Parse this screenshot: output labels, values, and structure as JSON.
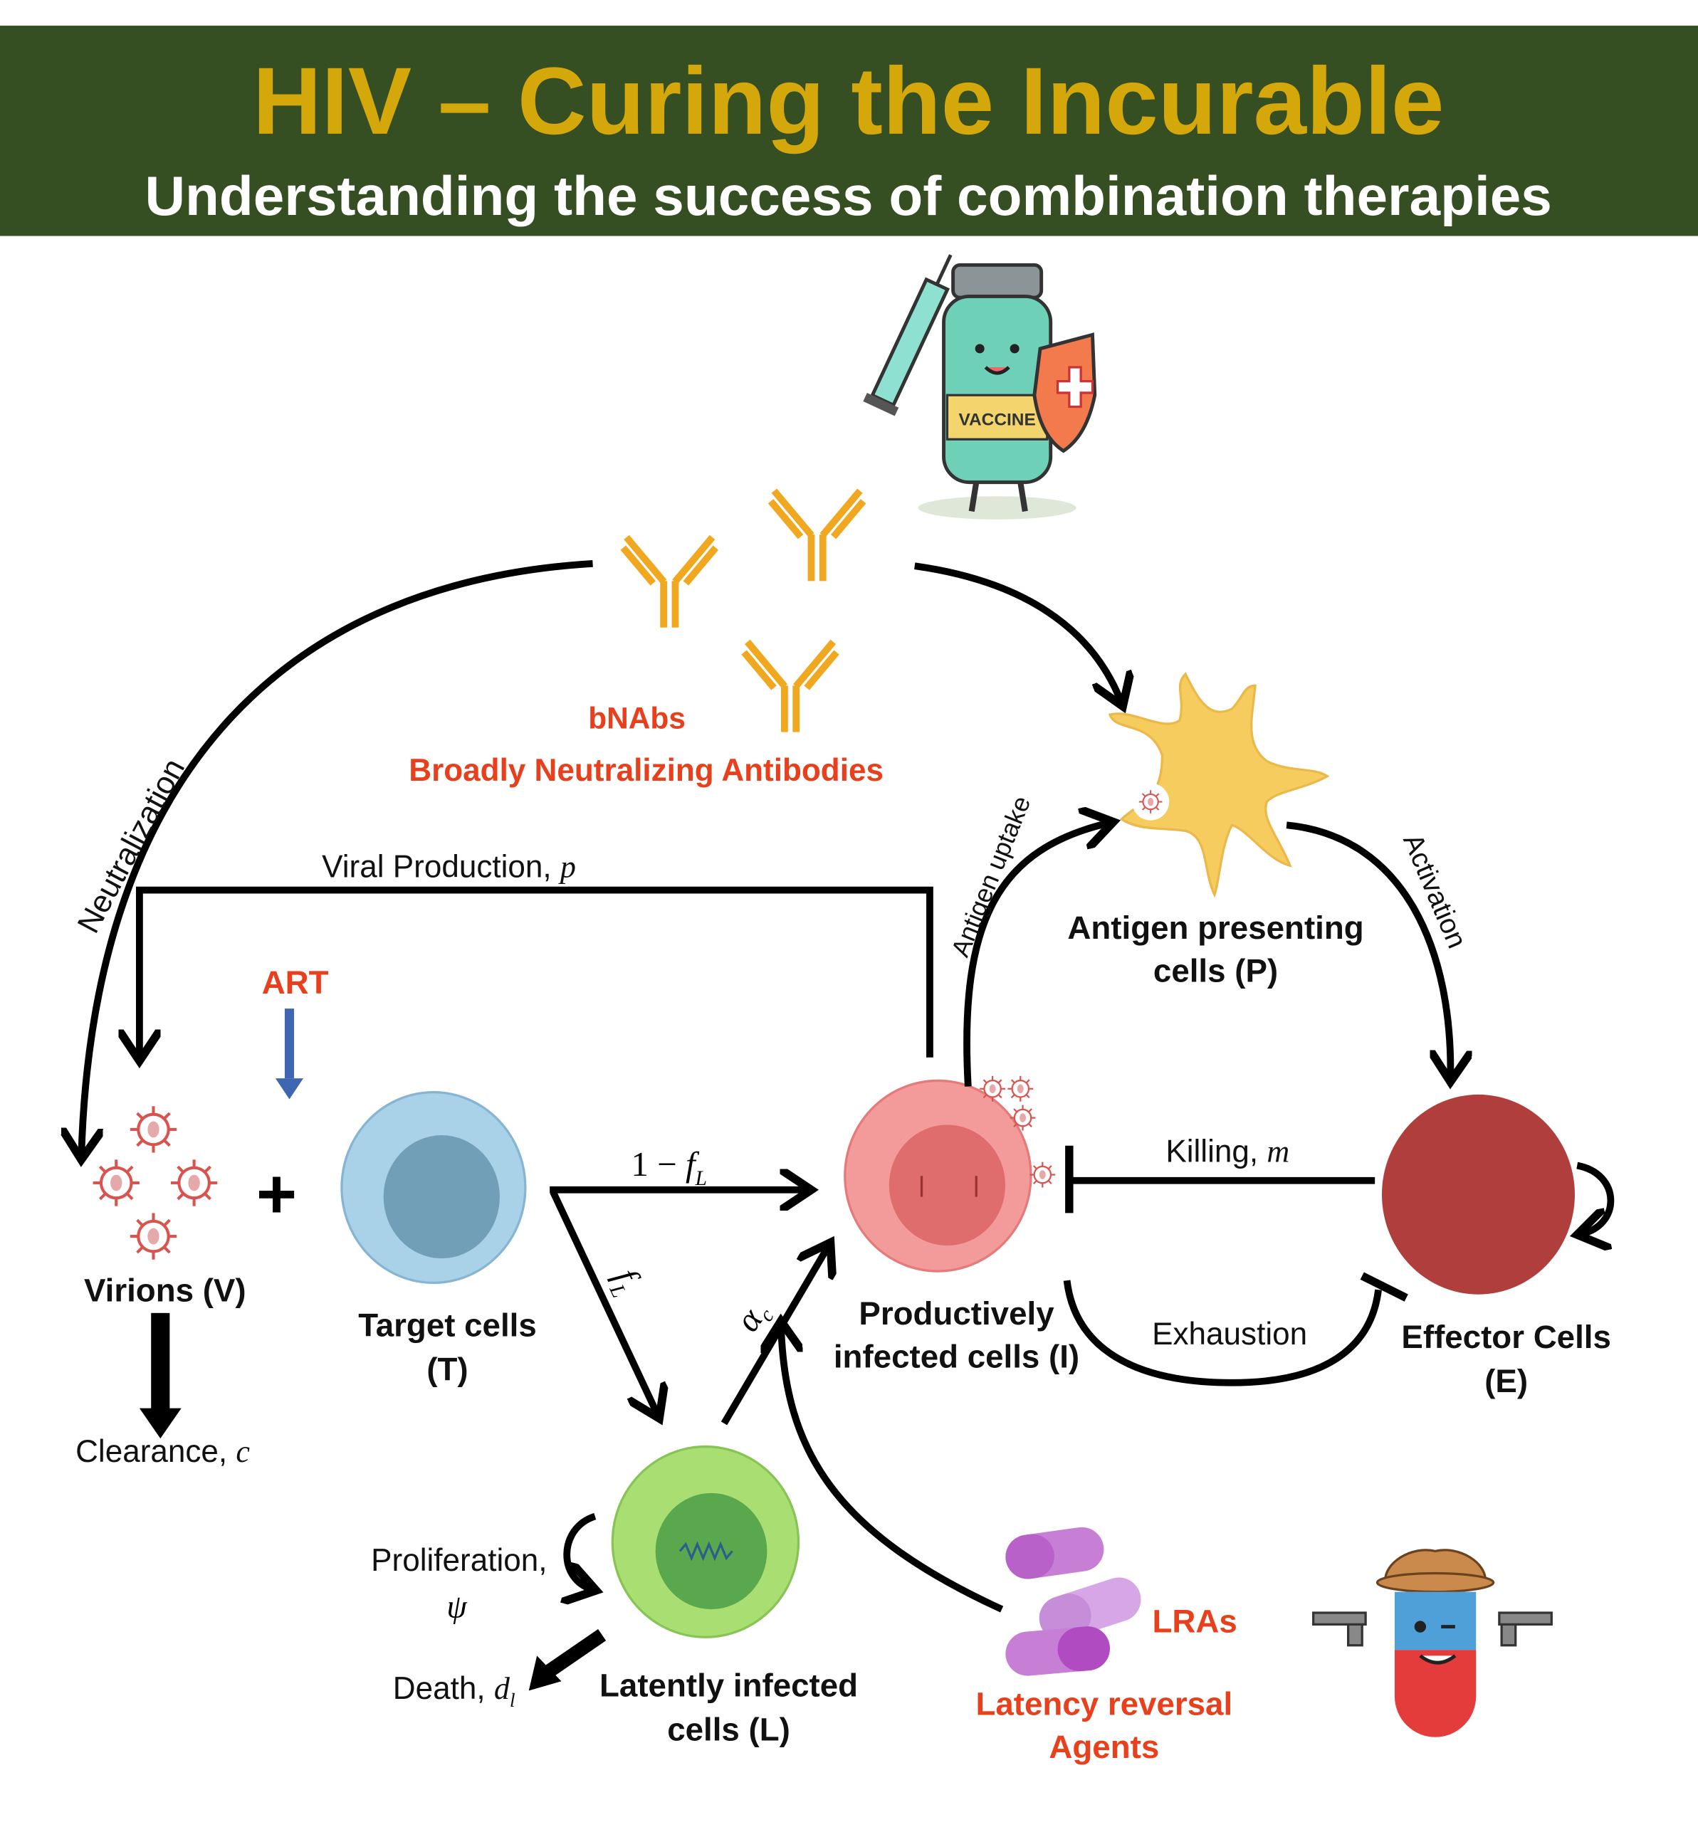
{
  "header": {
    "title": "HIV – Curing the Incurable",
    "subtitle": "Understanding the success of combination therapies",
    "bg_color": "#354f22",
    "title_color": "#d4a80a"
  },
  "labels": {
    "bnabs_short": "bNAbs",
    "bnabs_long": "Broadly Neutralizing Antibodies",
    "neutralization": "Neutralization",
    "viral_production": "Viral Production, ",
    "viral_production_var": "p",
    "art": "ART",
    "virions": "Virions (V)",
    "clearance": "Clearance, ",
    "clearance_var": "c",
    "target_cells_1": "Target cells",
    "target_cells_2": "(T)",
    "one_minus": "1 − ",
    "f": "f",
    "L_sub": "L",
    "alpha": "α",
    "alpha_sub": "c",
    "productive_1": "Productively",
    "productive_2": "infected cells (I)",
    "antigen_uptake": "Antigen uptake",
    "apc_1": "Antigen presenting",
    "apc_2": "cells (P)",
    "activation": "Activation",
    "killing": "Killing, ",
    "killing_var": "m",
    "exhaustion": "Exhaustion",
    "effector_1": "Effector Cells",
    "effector_2": "(E)",
    "proliferation": "Proliferation,",
    "psi": "ψ",
    "death": "Death, ",
    "death_var": "d",
    "death_sub": "l",
    "latent_1": "Latently infected",
    "latent_2": "cells (L)",
    "lras_short": "LRAs",
    "lras_1": "Latency reversal",
    "lras_2": "Agents",
    "vaccine_text": "VACCINE"
  },
  "colors": {
    "accent_red": "#e8401c",
    "target_cell": "#a9d1e8",
    "productive_cell": "#f39a9a",
    "effector_cell": "#b03e3c",
    "latent_cell": "#a8de72",
    "apc": "#f7cc5e",
    "antibody": "#f0a820",
    "art_arrow": "#3f66b0"
  }
}
